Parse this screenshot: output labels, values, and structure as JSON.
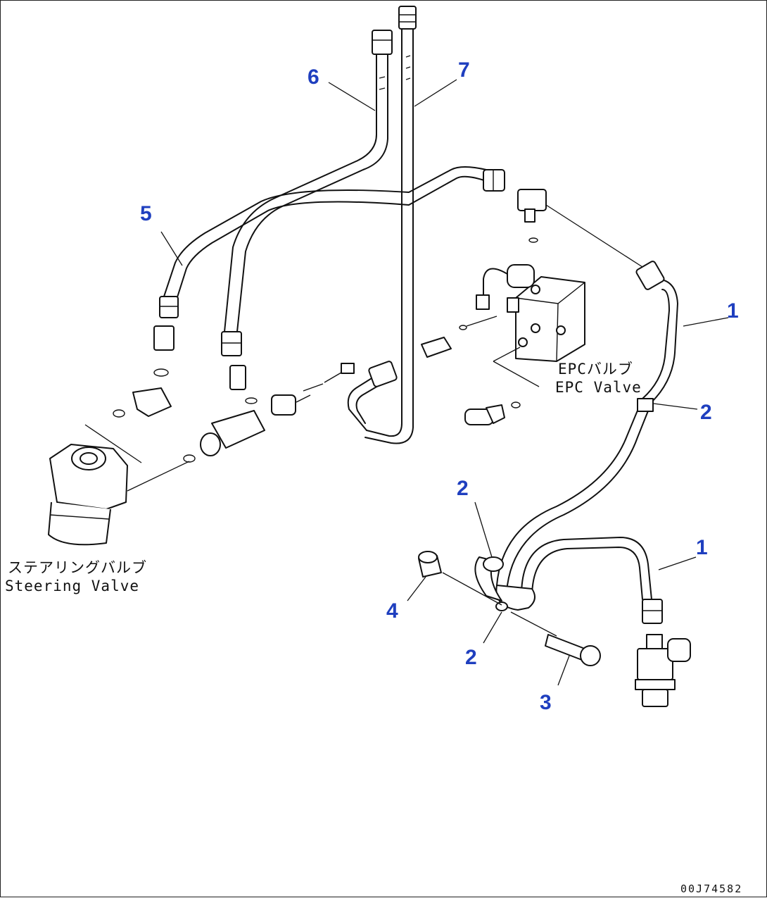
{
  "callouts": {
    "c1a": "1",
    "c1b": "1",
    "c2a": "2",
    "c2b": "2",
    "c2c": "2",
    "c3": "3",
    "c4": "4",
    "c5": "5",
    "c6": "6",
    "c7": "7"
  },
  "labels": {
    "epc_jp": "EPCバルブ",
    "epc_en": "EPC Valve",
    "steering_jp": "ステアリングバルブ",
    "steering_en": "Steering Valve"
  },
  "doc_id": "00J74582",
  "colors": {
    "callout": "#1f3fbf",
    "line": "#111111"
  }
}
